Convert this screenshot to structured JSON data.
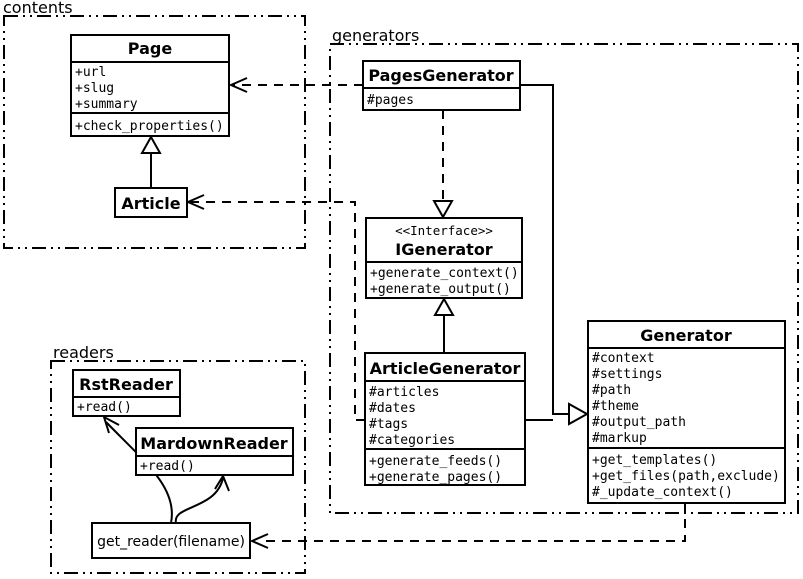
{
  "diagram": {
    "packages": {
      "contents": "contents",
      "generators": "generators",
      "readers": "readers"
    },
    "classes": {
      "page": {
        "title": "Page",
        "attrs": [
          "+url",
          "+slug",
          "+summary"
        ],
        "methods": [
          "+check_properties()"
        ]
      },
      "article": {
        "title": "Article"
      },
      "pagesGenerator": {
        "title": "PagesGenerator",
        "attrs": [
          "#pages"
        ]
      },
      "igenerator": {
        "stereotype": "<<Interface>>",
        "title": "IGenerator",
        "methods": [
          "+generate_context()",
          "+generate_output()"
        ]
      },
      "articleGenerator": {
        "title": "ArticleGenerator",
        "attrs": [
          "#articles",
          "#dates",
          "#tags",
          "#categories"
        ],
        "methods": [
          "+generate_feeds()",
          "+generate_pages()"
        ]
      },
      "generator": {
        "title": "Generator",
        "attrs": [
          "#context",
          "#settings",
          "#path",
          "#theme",
          "#output_path",
          "#markup"
        ],
        "methods": [
          "+get_templates()",
          "+get_files(path,exclude)",
          "#_update_context()"
        ]
      },
      "rstReader": {
        "title": "RstReader",
        "methods": [
          "+read()"
        ]
      },
      "mardownReader": {
        "title": "MardownReader",
        "methods": [
          "+read()"
        ]
      }
    },
    "nodes": {
      "getReader": "get_reader(filename)"
    },
    "colors": {
      "line": "#000000",
      "background": "#ffffff"
    }
  }
}
